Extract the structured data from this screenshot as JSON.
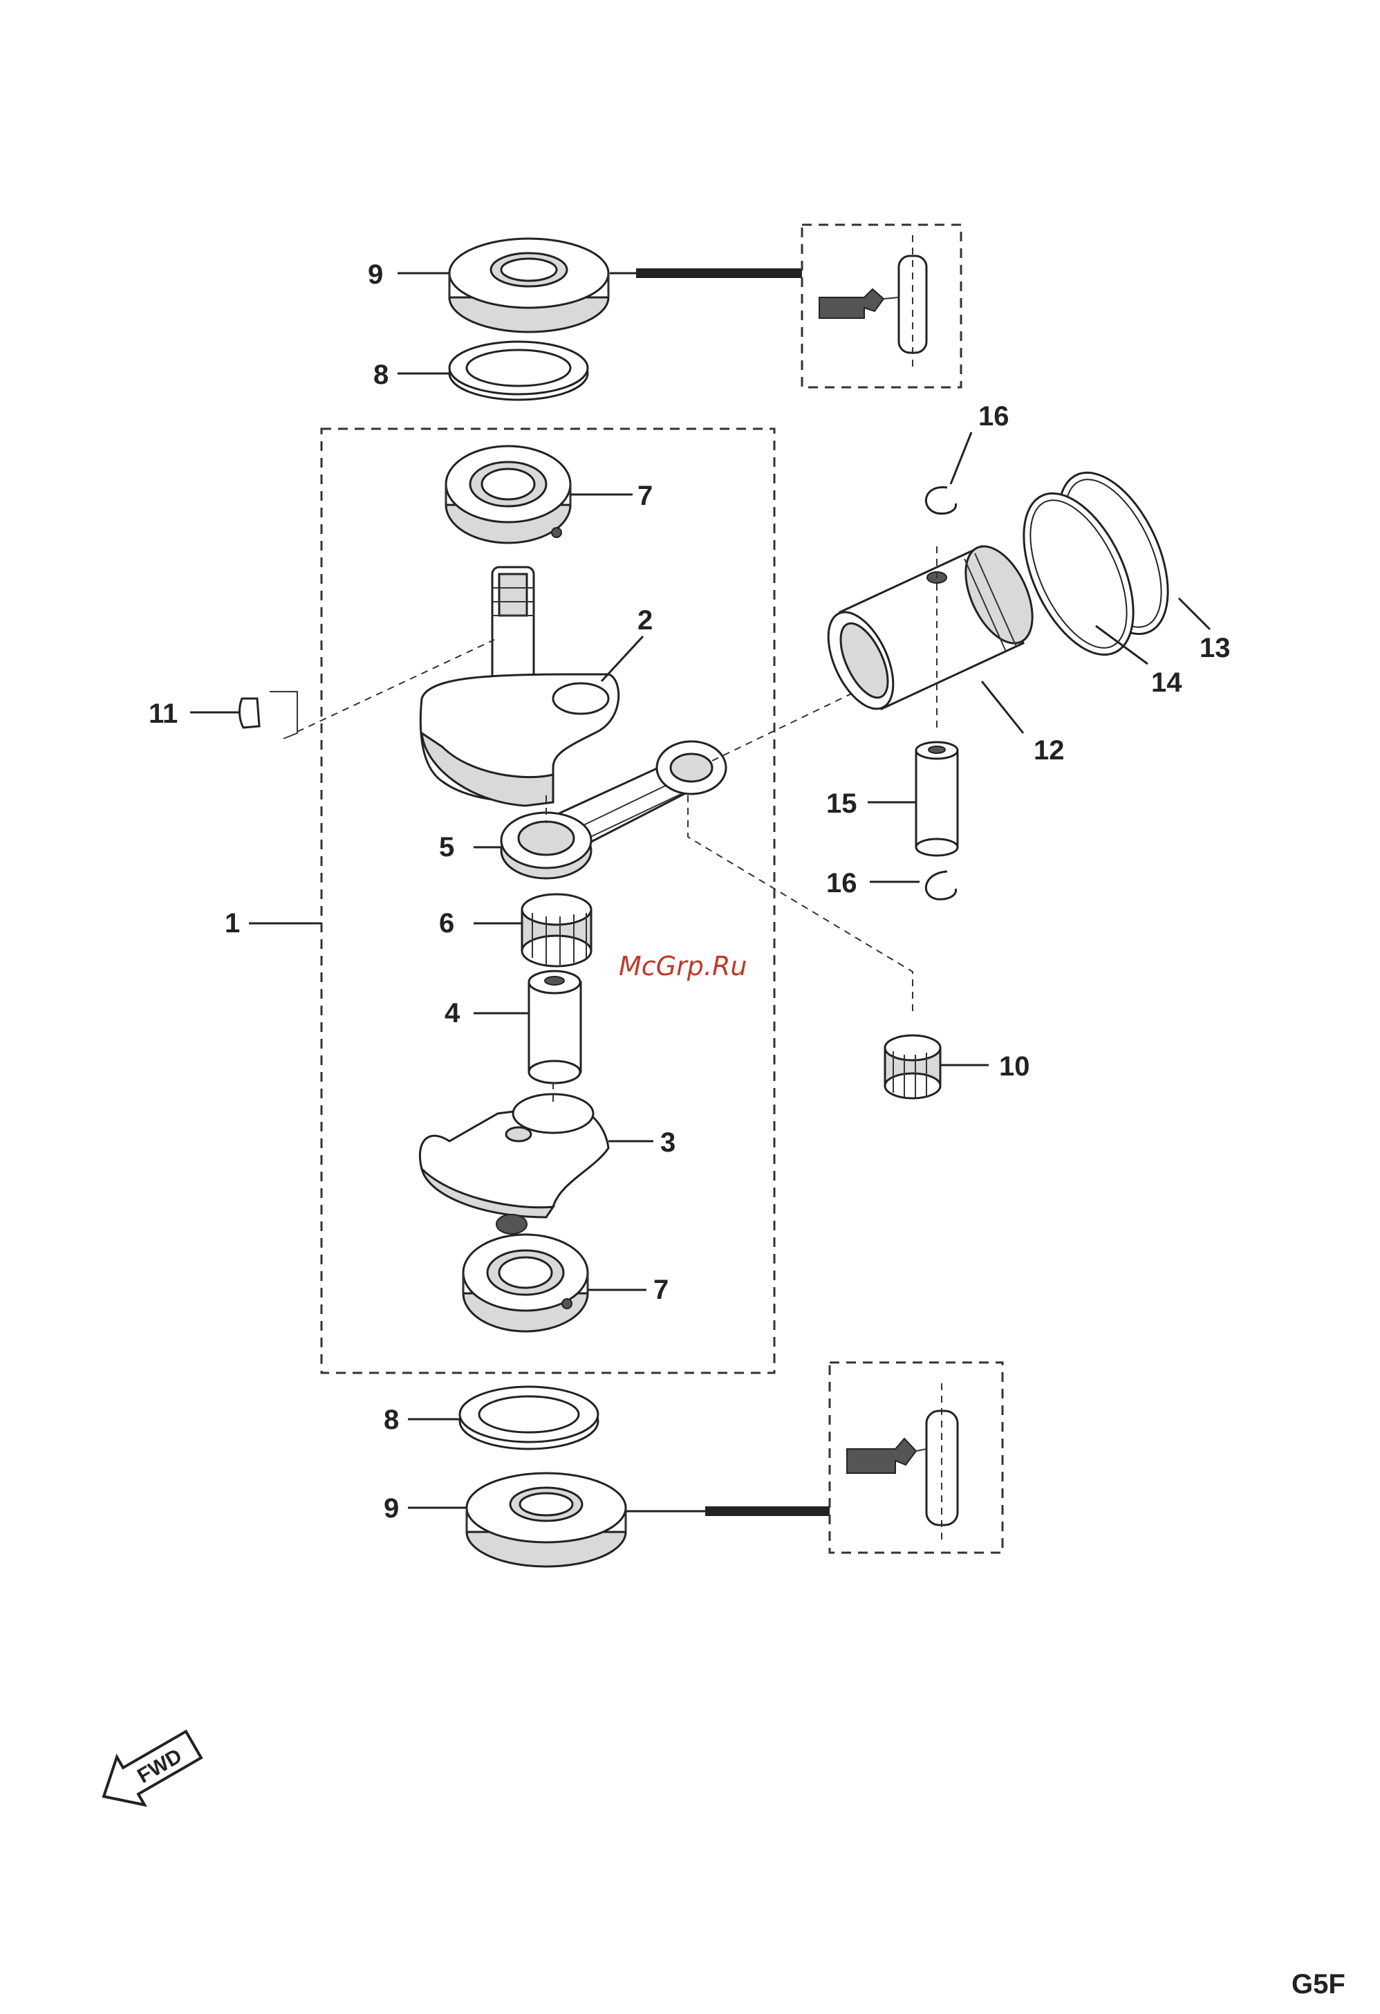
{
  "callouts": {
    "c1": "1",
    "c2": "2",
    "c3": "3",
    "c4": "4",
    "c5": "5",
    "c6": "6",
    "c7_top": "7",
    "c7_bottom": "7",
    "c8_top": "8",
    "c8_bottom": "8",
    "c9_top": "9",
    "c9_bottom": "9",
    "c10": "10",
    "c11": "11",
    "c12": "12",
    "c13": "13",
    "c14": "14",
    "c15": "15",
    "c16_top": "16",
    "c16_bottom": "16"
  },
  "watermark": "McGrp.Ru",
  "fwd_label": "FWD",
  "page_code": "G5F"
}
